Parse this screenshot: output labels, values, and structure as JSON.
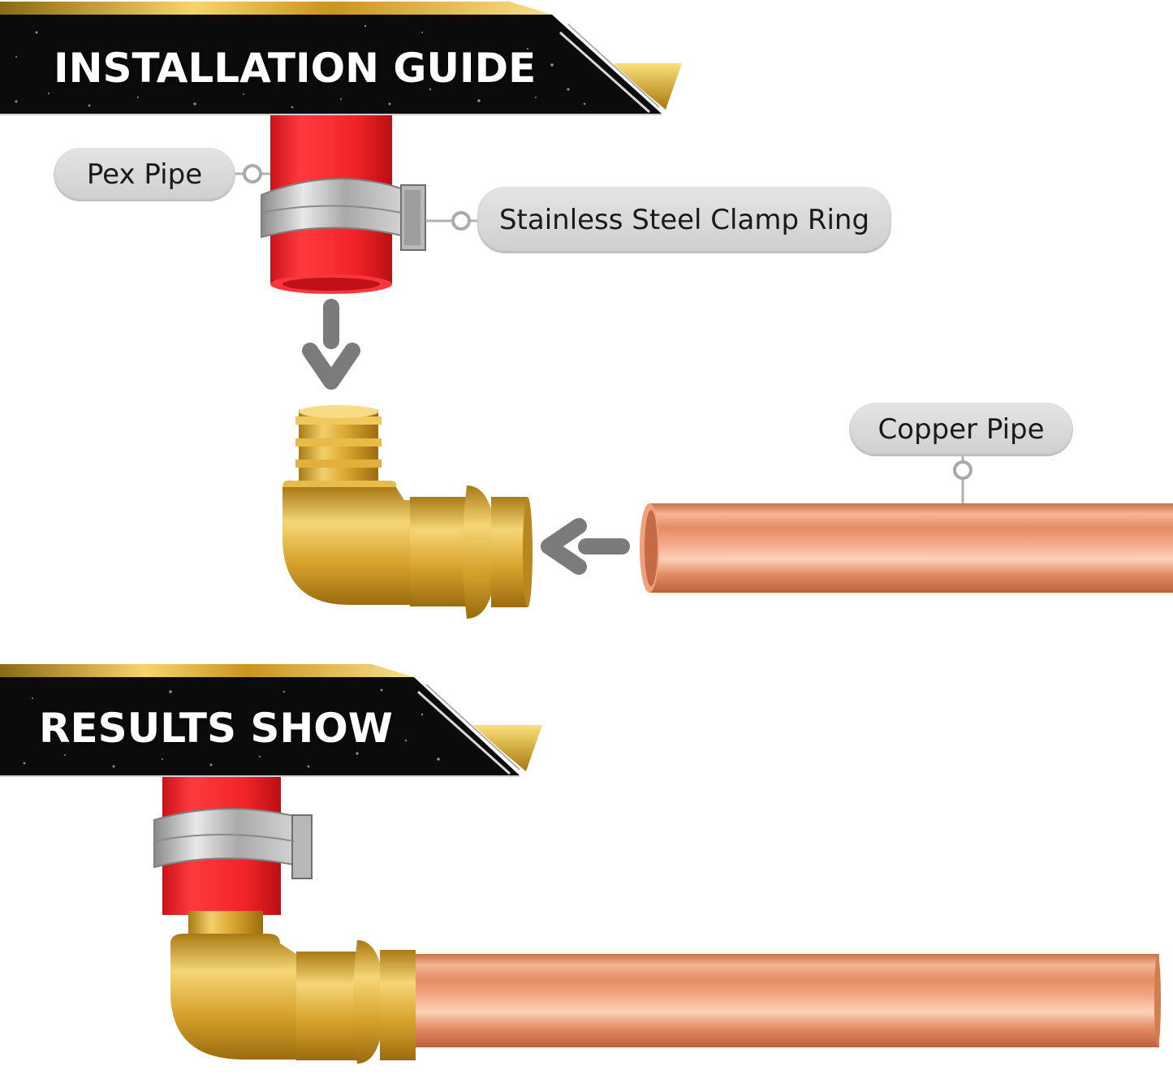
{
  "banners": {
    "installation_guide": "INSTALLATION GUIDE",
    "results_show": "RESULTS SHOW"
  },
  "labels": {
    "pex_pipe": "Pex Pipe",
    "clamp_ring": "Stainless Steel Clamp Ring",
    "copper_pipe": "Copper Pipe"
  },
  "colors": {
    "banner_black": "#0b0b0b",
    "banner_gold": "#d9a61e",
    "pex_red": "#ee1f24",
    "brass": "#d8a82e",
    "copper": "#e7956c",
    "steel": "#b9b9b9",
    "arrow_gray": "#7a7a7a",
    "pill_gray": "#d6d6d6"
  }
}
